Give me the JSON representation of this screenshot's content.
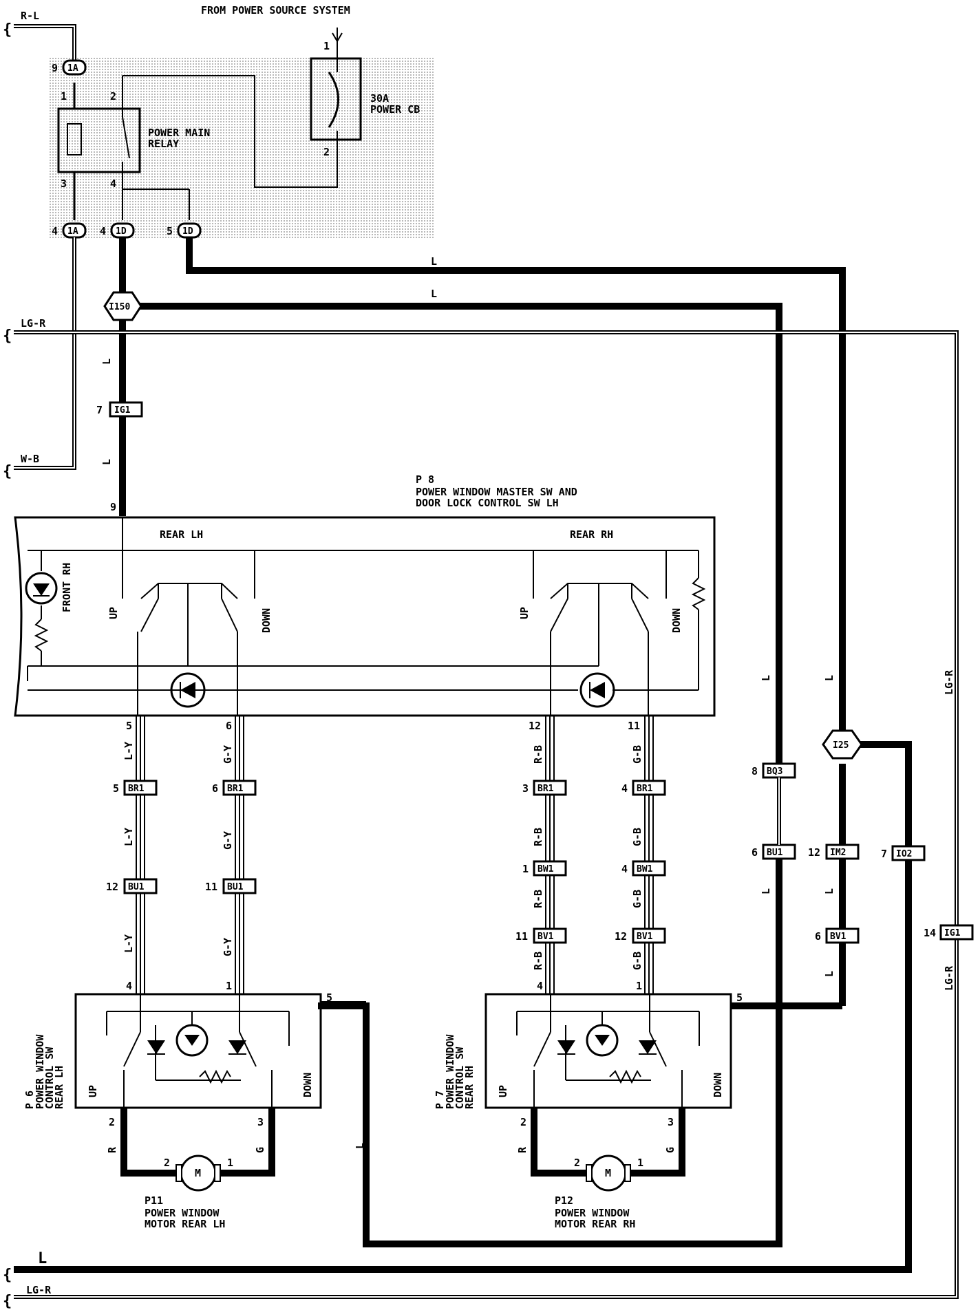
{
  "header": "FROM POWER SOURCE SYSTEM",
  "colors": {
    "wire": "#000000",
    "shade": "#d9d9d9",
    "background": "#ffffff"
  },
  "power_box": {
    "relay": {
      "line1": "POWER MAIN",
      "line2": "RELAY",
      "pins": [
        "2",
        "1",
        "3",
        "4"
      ]
    },
    "breaker": {
      "line1": "30A",
      "line2": "POWER CB",
      "pins": [
        "1",
        "2"
      ]
    },
    "connectors": {
      "c1a_top": {
        "pin": "9",
        "label": "1A"
      },
      "c1a_bottom": {
        "pin": "4",
        "label": "1A"
      },
      "c1d_a": {
        "pin": "4",
        "label": "1D"
      },
      "c1d_b": {
        "pin": "5",
        "label": "1D"
      }
    }
  },
  "wires": {
    "r_l": "R-L",
    "lg_r": "LG-R",
    "w_b": "W-B",
    "l": "L",
    "l_y": "L-Y",
    "g_y": "G-Y",
    "r_b": "R-B",
    "g_b": "G-B",
    "r": "R",
    "g": "G"
  },
  "junctions": {
    "i150": "I150",
    "i25": "I25"
  },
  "connectors": {
    "ig1_a": {
      "pin": "7",
      "label": "IG1"
    },
    "ig1_b": {
      "pin": "14",
      "label": "IG1"
    },
    "br1_1": {
      "pin": "5",
      "label": "BR1"
    },
    "br1_2": {
      "pin": "6",
      "label": "BR1"
    },
    "br1_3": {
      "pin": "3",
      "label": "BR1"
    },
    "br1_4": {
      "pin": "4",
      "label": "BR1"
    },
    "bu1_1": {
      "pin": "12",
      "label": "BU1"
    },
    "bu1_2": {
      "pin": "11",
      "label": "BU1"
    },
    "bu1_3": {
      "pin": "6",
      "label": "BU1"
    },
    "bw1_1": {
      "pin": "1",
      "label": "BW1"
    },
    "bw1_2": {
      "pin": "4",
      "label": "BW1"
    },
    "bv1_1": {
      "pin": "11",
      "label": "BV1"
    },
    "bv1_2": {
      "pin": "12",
      "label": "BV1"
    },
    "bv1_3": {
      "pin": "6",
      "label": "BV1"
    },
    "bq3": {
      "pin": "8",
      "label": "BQ3"
    },
    "im2": {
      "pin": "12",
      "label": "IM2"
    },
    "io2": {
      "pin": "7",
      "label": "IO2"
    }
  },
  "master_switch": {
    "code": "P 8",
    "line1": "POWER WINDOW MASTER SW AND",
    "line2": "DOOR LOCK CONTROL SW LH",
    "rear_lh": "REAR LH",
    "rear_rh": "REAR RH",
    "front_rh": "FRONT RH",
    "up": "UP",
    "down": "DOWN",
    "pins": {
      "p9": "9",
      "p5": "5",
      "p6": "6",
      "p12": "12",
      "p11": "11"
    }
  },
  "rear_lh_switch": {
    "code": "P 6",
    "line1": "POWER WINDOW",
    "line2": "CONTROL SW",
    "line3": "REAR LH",
    "up": "UP",
    "down": "DOWN",
    "pins": {
      "p4": "4",
      "p1": "1",
      "p5": "5",
      "p2": "2",
      "p3": "3"
    }
  },
  "rear_rh_switch": {
    "code": "P 7",
    "line1": "POWER WINDOW",
    "line2": "CONTROL SW",
    "line3": "REAR RH",
    "up": "UP",
    "down": "DOWN",
    "pins": {
      "p4": "4",
      "p1": "1",
      "p5": "5",
      "p2": "2",
      "p3": "3"
    }
  },
  "motor_lh": {
    "code": "P11",
    "line1": "POWER WINDOW",
    "line2": "MOTOR REAR LH",
    "symbol": "M",
    "pins": [
      "2",
      "1"
    ]
  },
  "motor_rh": {
    "code": "P12",
    "line1": "POWER WINDOW",
    "line2": "MOTOR REAR RH",
    "symbol": "M",
    "pins": [
      "2",
      "1"
    ]
  }
}
